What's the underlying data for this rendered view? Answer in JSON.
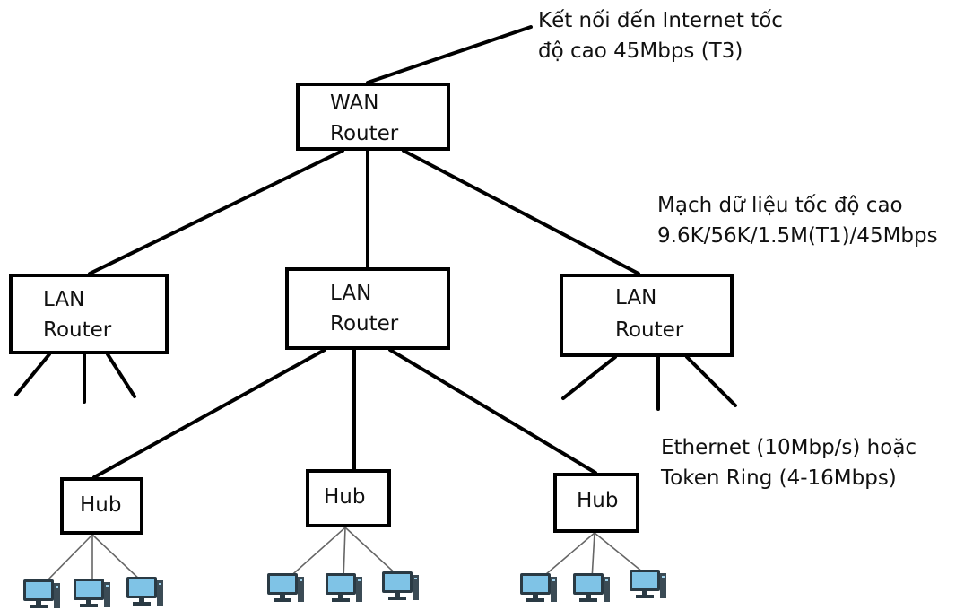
{
  "wan_router": {
    "line1": "WAN",
    "line2": "Router"
  },
  "lan_routers": [
    {
      "line1": "LAN",
      "line2": "Router"
    },
    {
      "line1": "LAN",
      "line2": "Router"
    },
    {
      "line1": "LAN",
      "line2": "Router"
    }
  ],
  "hubs": [
    {
      "label": "Hub"
    },
    {
      "label": "Hub"
    },
    {
      "label": "Hub"
    }
  ],
  "annotations": {
    "internet": {
      "line1": "Kết nối đến Internet tốc",
      "line2": "độ cao 45Mbps (T3)"
    },
    "data_circuit": {
      "line1": "Mạch dữ liệu tốc độ cao",
      "line2": "9.6K/56K/1.5M(T1)/45Mbps"
    },
    "lan_link": {
      "line1": "Ethernet (10Mbp/s) hoặc",
      "line2": "Token Ring (4-16Mbps)"
    }
  },
  "icons": {
    "computer": "computer-icon"
  },
  "colors": {
    "line": "#000000",
    "screen": "#7fc3e6",
    "monitor_frame": "#2a3a44"
  }
}
